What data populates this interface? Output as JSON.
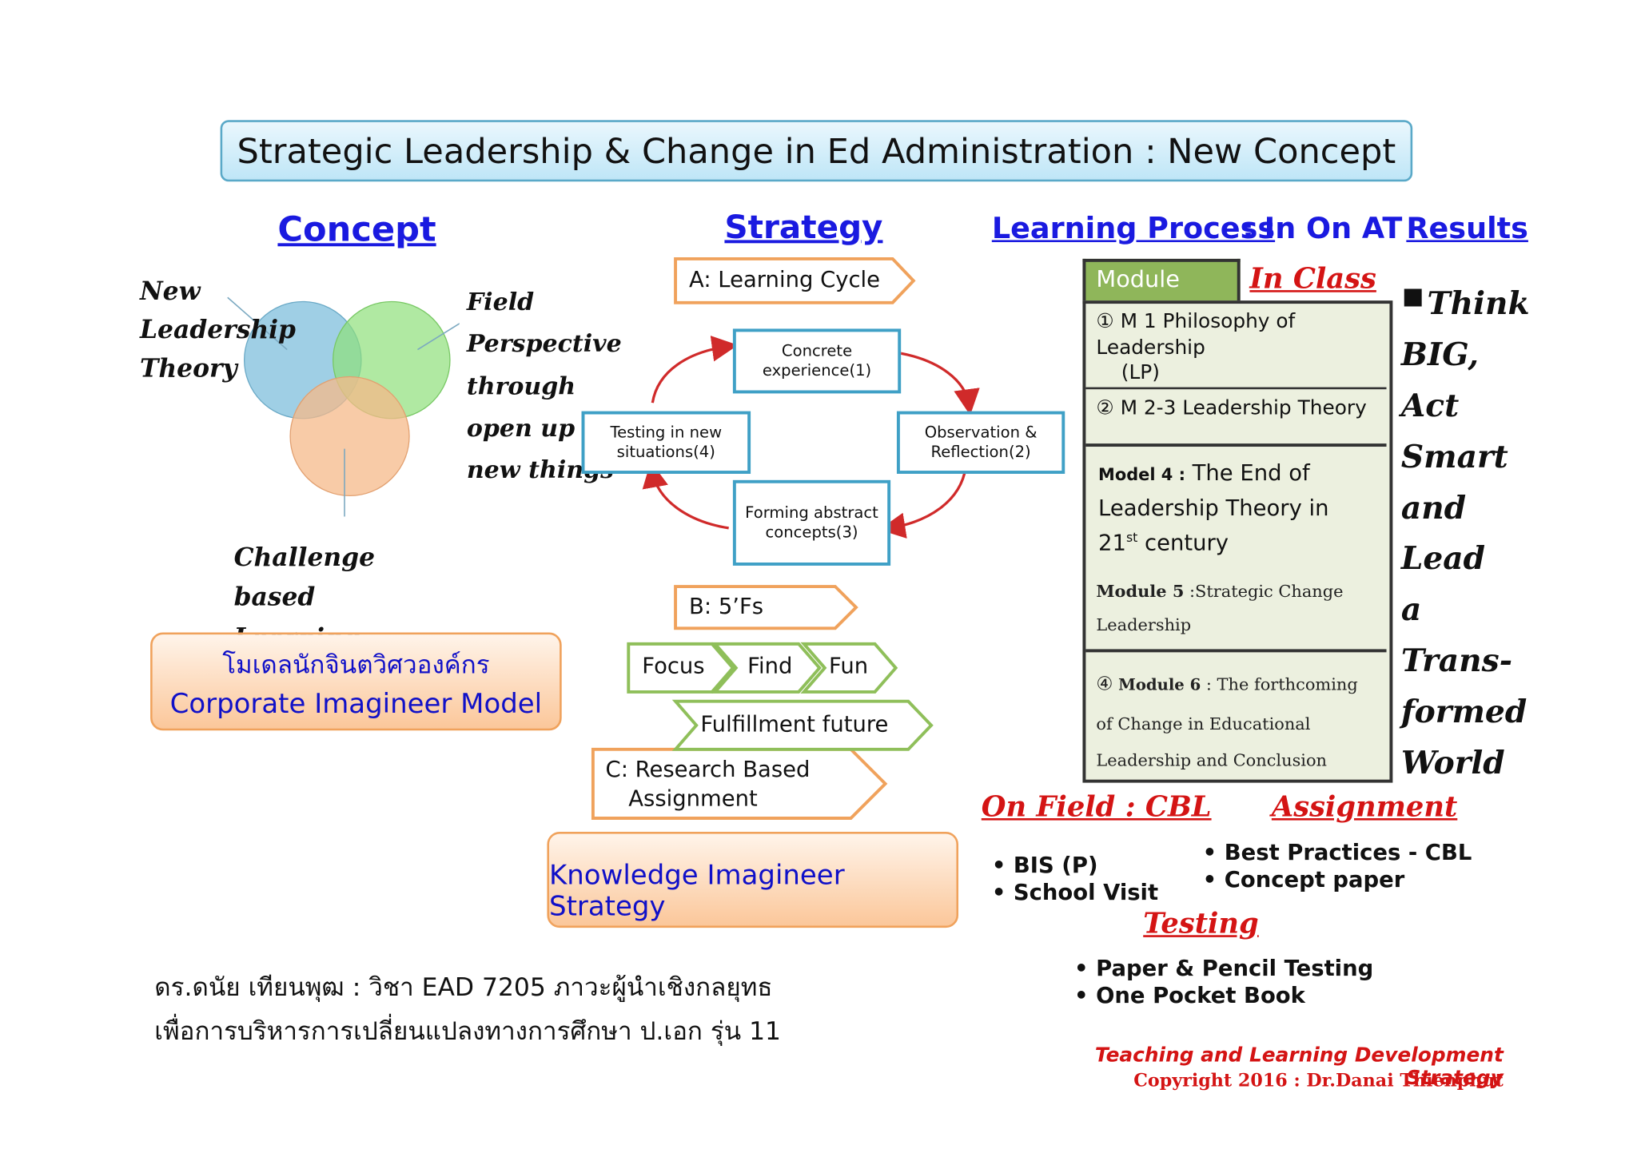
{
  "title": "Strategic Leadership & Change in Ed Administration : New Concept",
  "concept": {
    "heading": "Concept",
    "new_leadership": "New Leadership Theory",
    "field_perspective": "Field Perspective through open up to new things",
    "cbl": "Challenge based Learning (CBL)",
    "model_thai": "โมเดลนักจินตวิศวองค์กร",
    "model_en": "Corporate Imagineer Model"
  },
  "strategy": {
    "heading": "Strategy",
    "a_label": "A: Learning Cycle",
    "cycle": {
      "concrete": "Concrete experience(1)",
      "observation": "Observation & Reflection(2)",
      "forming": "Forming abstract concepts(3)",
      "testing": "Testing in new situations(4)"
    },
    "b_label": "B: 5’Fs",
    "focus": "Focus",
    "find": "Find",
    "fun": "Fun",
    "fulfillment": "Fulfillment future",
    "c_label_1": "C: Research Based",
    "c_label_2": "Assignment",
    "knowledge": "Knowledge Imagineer Strategy"
  },
  "learning": {
    "heading_main": "Learning Process",
    "heading_suffix": ": In On AT",
    "results": "Results",
    "module_header": "Module",
    "in_class": "In Class",
    "m1_line1": "① M 1 Philosophy  of",
    "m1_line2": "Leadership",
    "m1_line3": "(LP)",
    "m23": "② M 2-3 Leadership  Theory",
    "m4_bold": "Model 4 :",
    "m4_rest": " The End of",
    "m4_line2": "Leadership Theory in",
    "m4_line3_num": "21",
    "m4_line3_sup": "st",
    "m4_line3_rest": " century",
    "m5_bold": "Module  5",
    "m5_rest": " :Strategic Change",
    "m5_line2": "Leadership",
    "m6_num": "④",
    "m6_bold": "Module 6",
    "m6_rest": "  : The forthcoming",
    "m6_line2": "of  Change in  Educational",
    "m6_line3": "Leadership and Conclusion"
  },
  "results_text": {
    "bullet": "■",
    "lines": [
      "Think",
      "BIG,",
      "Act",
      "Smart",
      "and",
      "Lead a",
      "Trans-",
      "formed",
      "World"
    ]
  },
  "on_field": {
    "heading": "On Field : CBL",
    "items": [
      "• BIS (P)",
      "• School  Visit"
    ]
  },
  "assignment": {
    "heading": "Assignment",
    "items": [
      "• Best Practices - CBL",
      "• Concept paper"
    ]
  },
  "testing": {
    "heading": "Testing",
    "items": [
      "• Paper & Pencil Testing",
      "• One Pocket Book"
    ]
  },
  "footer_thai": {
    "line1": "ดร.ดนัย เทียนพุฒ : วิชา EAD 7205 ภาวะผู้นำเชิงกลยุทธ",
    "line2": "เพื่อการบริหารการเปลี่ยนแปลงทางการศึกษา  ป.เอก  รุ่น 11"
  },
  "footer_right": {
    "line1": "Teaching and Learning  Development Strategy",
    "line2": "Copyright  2016  : Dr.Danai  Thienphut"
  },
  "colors": {
    "heading_blue": "#1a1ae0",
    "hand_red": "#d41414",
    "venn_blue": "#7fbfdc",
    "venn_green": "#8fe07a",
    "venn_orange": "#f6b98a",
    "cycle_border": "#3fa0c6",
    "arrow_orange": "#f0a25c",
    "arrow_green": "#8fbf5a",
    "module_green": "#8fb65a"
  }
}
